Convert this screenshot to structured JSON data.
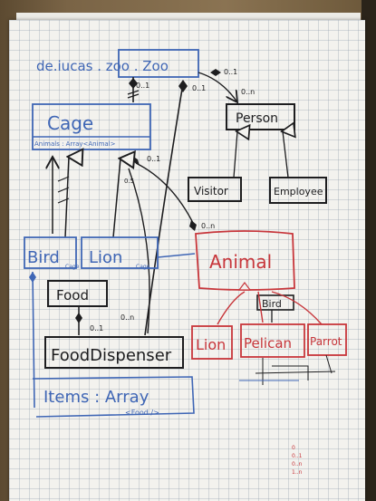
{
  "colors": {
    "ink_black": "#1d1d1f",
    "ink_blue": "#3f66b5",
    "ink_red": "#c7363b",
    "paper": "#f3f2ee"
  },
  "classes": {
    "zoo": "de.iucas . zoo . Zoo",
    "person": "Person",
    "visitor": "Visitor",
    "employee": "Employee",
    "cage": "Cage",
    "cage_attr": "Animals : Array<Animal>",
    "bird": "Bird",
    "lion": "Lion",
    "food": "Food",
    "food_dispenser": "FoodDispenser",
    "animal": "Animal",
    "sub_bird": "Bird",
    "sub_lion": "Lion",
    "pelican": "Pelican",
    "parrot": "Parrot",
    "items_attr": "Items : Array",
    "items_type": "<Food />"
  },
  "multiplicities": {
    "zoo_cage": "0..1",
    "zoo_person_near": "0..1",
    "zoo_person_far": "0..n",
    "zoo_dispenser": "0..1",
    "cage_dispenser": "0..1",
    "cage_label": "0.5",
    "animal_end": "0..n",
    "food_dispenser": "0..1",
    "dispenser_end": "0..n",
    "bird_tag": "Cage",
    "lion_tag": "Cage"
  },
  "legend": [
    "0",
    "0..1",
    "0..n",
    "1..n"
  ]
}
